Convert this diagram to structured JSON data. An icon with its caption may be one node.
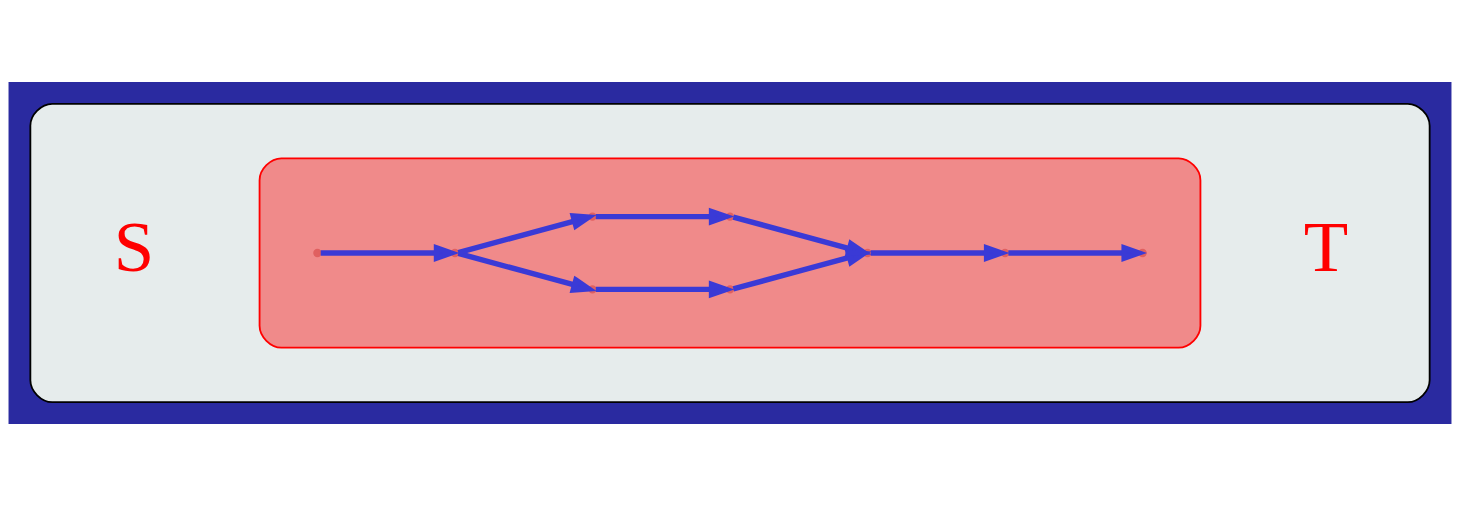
{
  "diagram": {
    "nodes": [
      {
        "text": [],
        "shape": "cloud"
      },
      {
        "text": [],
        "shape": "cloud",
        "in": 0
      },
      {
        "text": [],
        "shape": "point",
        "in": 1
      },
      {
        "text": [],
        "shape": "point",
        "in": 1
      },
      {
        "text": [],
        "shape": "point",
        "in": 1
      },
      {
        "text": [],
        "shape": "point",
        "in": 1
      },
      {
        "text": [],
        "shape": "point",
        "in": 1
      },
      {
        "text": [],
        "shape": "point",
        "in": 1
      },
      {
        "text": [],
        "shape": "point",
        "in": 1
      },
      {
        "text": [],
        "shape": "point",
        "in": 1
      },
      {
        "text": [],
        "shape": "point",
        "in": 1
      }
    ],
    "edges": [
      {
        "from": 2,
        "to": 3,
        "arrow": "to"
      },
      {
        "from": 3,
        "to": 4,
        "arrow": "to"
      },
      {
        "from": 4,
        "to": 5,
        "arrow": "to"
      },
      {
        "from": 5,
        "to": 6,
        "arrow": "to"
      },
      {
        "from": 6,
        "to": 7,
        "arrow": "to"
      },
      {
        "from": 7,
        "to": 8,
        "arrow": "to"
      },
      {
        "from": 3,
        "to": 9,
        "arrow": "to"
      },
      {
        "from": 9,
        "to": 10,
        "arrow": "to"
      },
      {
        "from": 10,
        "to": 6,
        "arrow": "to"
      }
    ],
    "labels": [
      "S",
      "T"
    ]
  }
}
